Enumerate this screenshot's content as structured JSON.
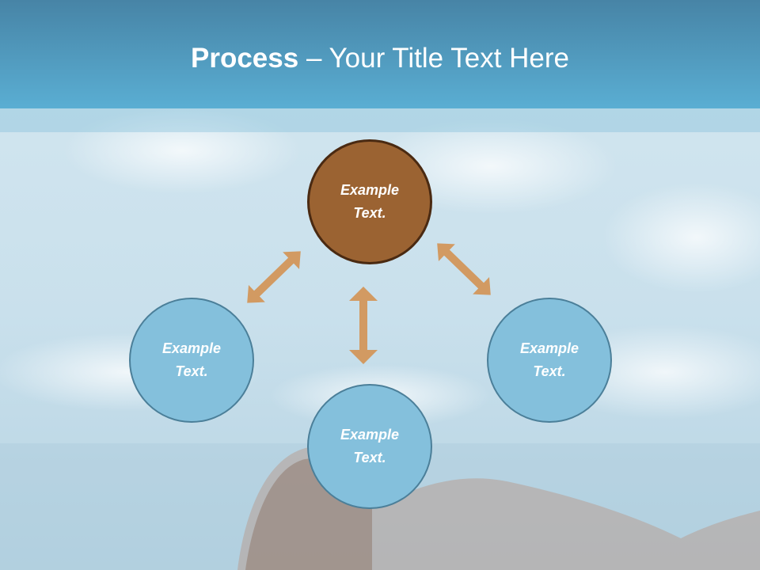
{
  "title": {
    "bold": "Process",
    "rest": " – Your Title Text Here"
  },
  "nodes": {
    "top": "Example\nText.",
    "left": "Example\nText.",
    "right": "Example\nText.",
    "bottom": "Example\nText."
  },
  "colors": {
    "header": "#5aaed3",
    "node_blue": "#84c0dc",
    "node_brown": "#9b6332",
    "arrow": "#d29a62"
  }
}
